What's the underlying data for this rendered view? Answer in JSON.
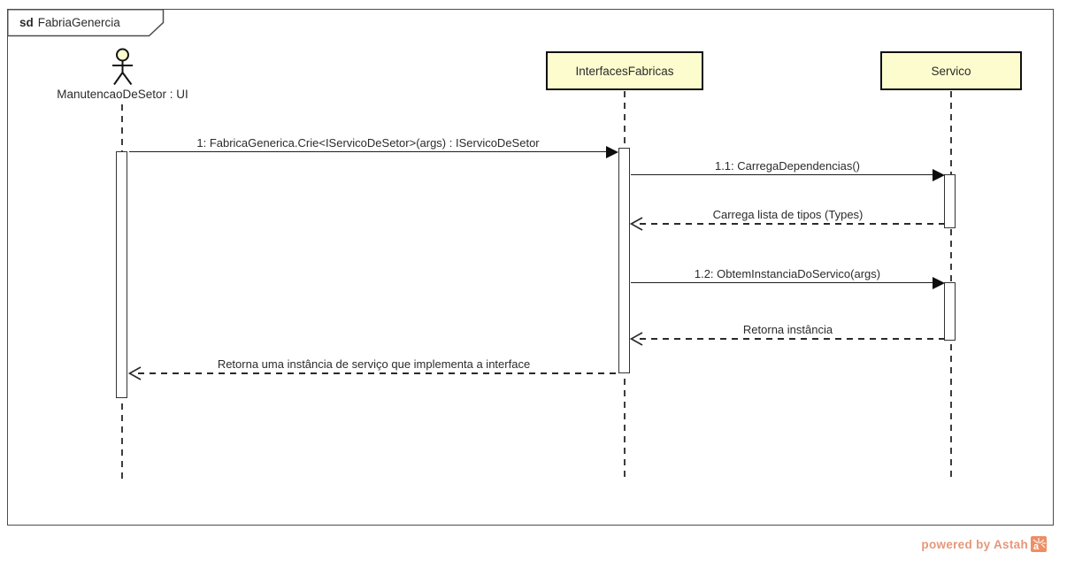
{
  "frame": {
    "keyword": "sd",
    "title": "FabriaGenercia"
  },
  "lifelines": [
    {
      "id": "actor",
      "type": "actor",
      "label": "ManutencaoDeSetor : UI"
    },
    {
      "id": "interfaces_fabricas",
      "type": "object",
      "label": "InterfacesFabricas"
    },
    {
      "id": "servico",
      "type": "object",
      "label": "Servico"
    }
  ],
  "messages": [
    {
      "kind": "sync-call",
      "label": "1: FabricaGenerica.Crie<IServicoDeSetor>(args) : IServicoDeSetor"
    },
    {
      "kind": "sync-call",
      "label": "1.1: CarregaDependencias()"
    },
    {
      "kind": "return",
      "label": "Carrega lista de tipos (Types)"
    },
    {
      "kind": "sync-call",
      "label": "1.2: ObtemInstanciaDoServico(args)"
    },
    {
      "kind": "return",
      "label": "Retorna instância"
    },
    {
      "kind": "return",
      "label": "Retorna uma instância de serviço que implementa a interface"
    }
  ],
  "footer": {
    "credit": "powered by Astah"
  },
  "colors": {
    "lifeline_fill": "#FCFCCE",
    "line": "#1e1e1e",
    "frame_border": "#4c4c4c",
    "credit_text": "#E5977A",
    "logo_orange": "#ED8E64"
  }
}
